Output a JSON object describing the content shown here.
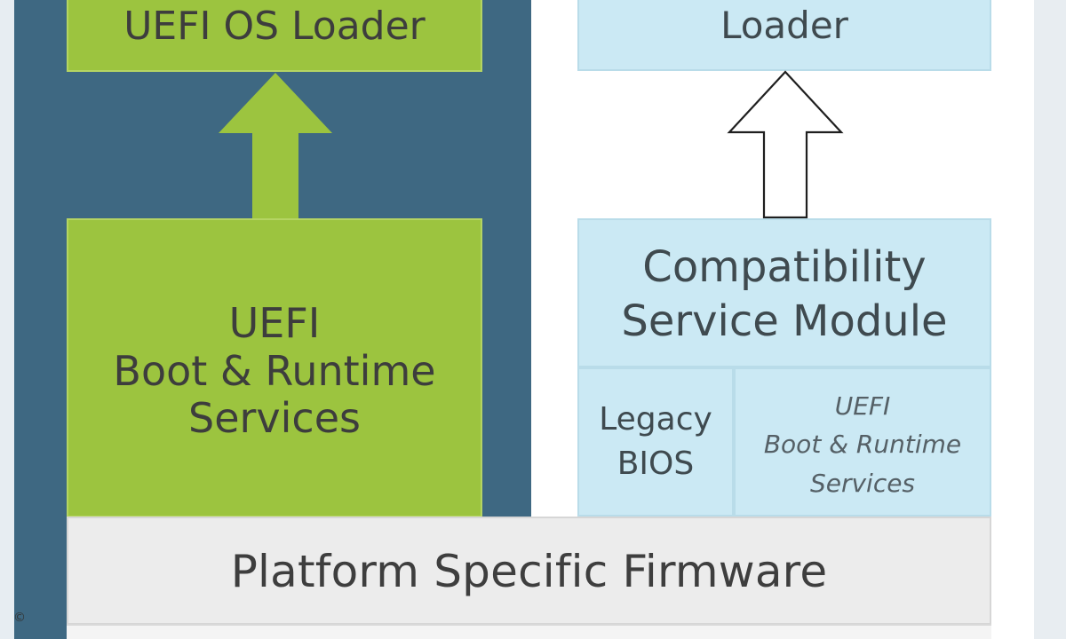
{
  "diagram": {
    "left_stack": {
      "top_box": "UEFI OS Loader",
      "main_box": [
        "UEFI",
        "Boot & Runtime",
        "Services"
      ]
    },
    "right_stack": {
      "top_box": "Loader",
      "compatibility_box": [
        "Compatibility",
        "Service Module"
      ],
      "legacy_box": [
        "Legacy",
        "BIOS"
      ],
      "uefi_services_box": [
        "UEFI",
        "Boot & Runtime",
        "Services"
      ]
    },
    "platform_box": "Platform Specific Firmware",
    "copyright_symbol": "©",
    "colors": {
      "dark_panel": "#3e6882",
      "green": "#9cc43f",
      "light_blue": "#cbe9f4",
      "gray": "#ececec",
      "text": "#3d3d3d"
    }
  }
}
